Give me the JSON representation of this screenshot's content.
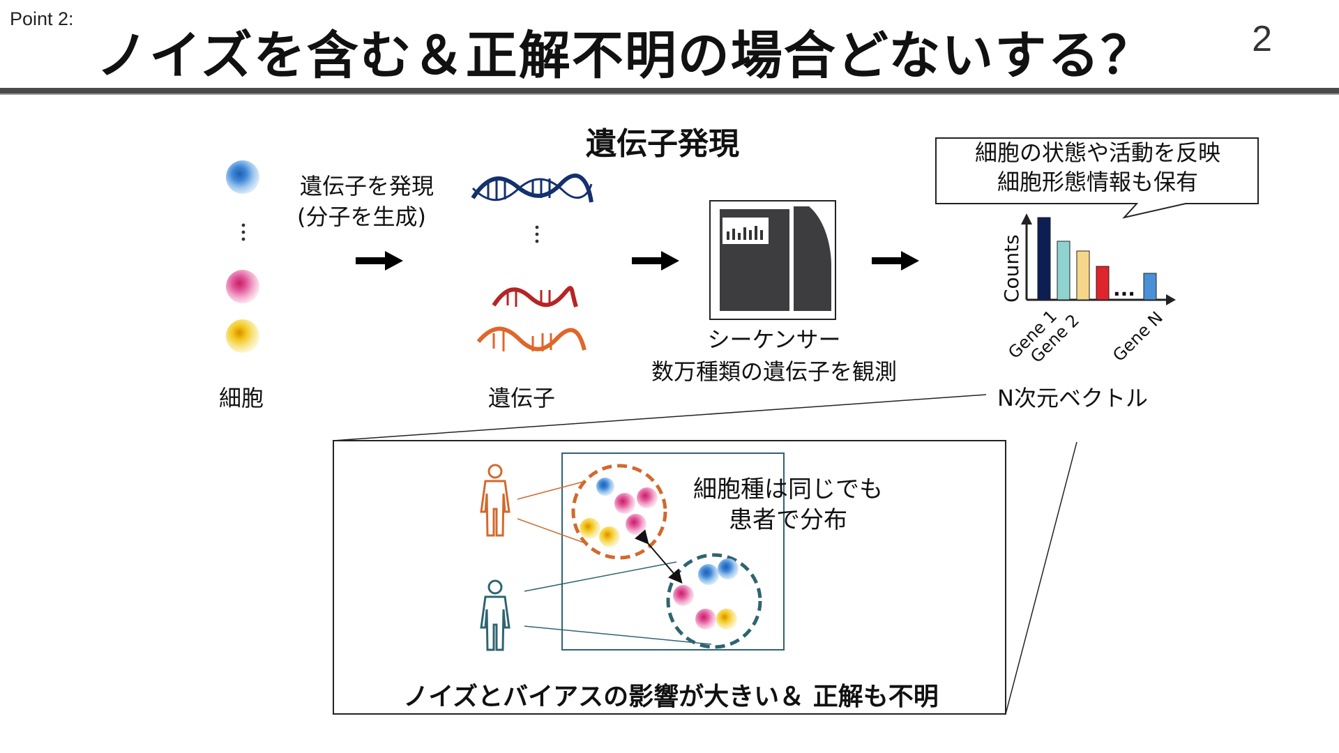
{
  "header": {
    "point_label": "Point 2:",
    "title": "ノイズを含む＆正解不明の場合どないする？",
    "page_number": "2"
  },
  "section_title": "遺伝子発現",
  "cells_label": "細胞",
  "express_label_1": "遺伝子を発現",
  "express_label_2": "(分子を生成)",
  "genes_label": "遺伝子",
  "sequencer_label_1": "シーケンサー",
  "sequencer_label_2": "数万種類の遺伝子を観測",
  "callout_line_1": "細胞の状態や活動を反映",
  "callout_line_2": "細胞形態情報も保有",
  "vector_label": "N次元ベクトル",
  "chart": {
    "ylabel": "Counts",
    "gene_labels": [
      "Gene 1",
      "Gene 2",
      "Gene N"
    ],
    "ellipsis": "...",
    "colors": [
      "#0d1f52",
      "#8fd3d0",
      "#f6d78a",
      "#e0242b",
      "#4a90d6"
    ]
  },
  "detail": {
    "note_line_1": "細胞種は同じでも",
    "note_line_2": "患者で分布",
    "caption": "ノイズとバイアスの影響が大きい＆ 正解も不明"
  },
  "colors": {
    "orange_patient": "#d2692d",
    "teal_patient": "#2e6470",
    "cell_blue": "#4a8fd8",
    "cell_pink": "#e0559a",
    "cell_yellow": "#f2c81e",
    "dna_navy": "#14306e",
    "dna_red": "#b52525",
    "dna_orange": "#e0662a"
  }
}
